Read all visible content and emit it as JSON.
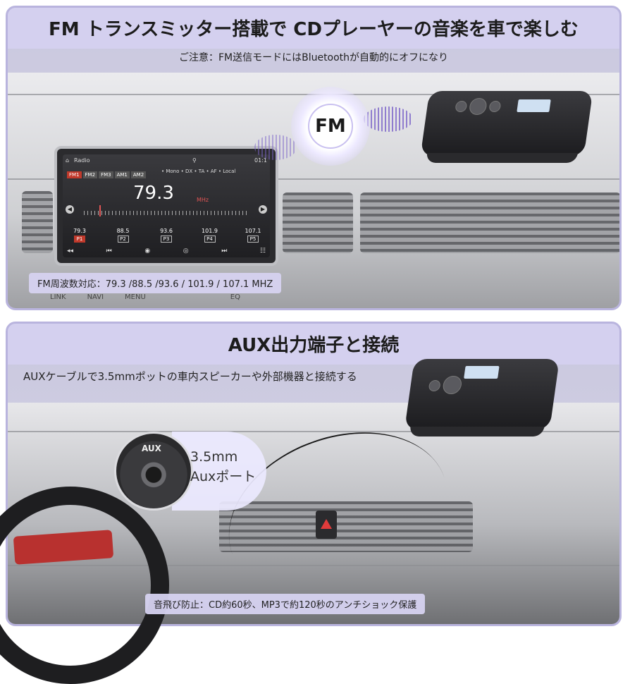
{
  "colors": {
    "accent": "#b9b4de",
    "title_bg": "#d4d0ef",
    "fm_red": "#c0392b"
  },
  "top": {
    "title": "FM トランスミッター搭載で CDプレーヤーの音楽を車で楽しむ",
    "note": "ご注意：FM送信モードにはBluetoothが自動的にオフになり",
    "badge": "FM",
    "caption": "FM周波数対応：79.3 /88.5 /93.6 / 101.9 / 107.1 MHZ",
    "radio": {
      "app_label": "Radio",
      "clock": "01:1",
      "status": "• Mono • DX • TA • AF • Local",
      "bands": [
        "FM1",
        "FM2",
        "FM3",
        "AM1",
        "AM2"
      ],
      "frequency": "79.3",
      "unit": "MHz",
      "presets": [
        {
          "freq": "79.3",
          "slot": "P1"
        },
        {
          "freq": "88.5",
          "slot": "P2"
        },
        {
          "freq": "93.6",
          "slot": "P3"
        },
        {
          "freq": "101.9",
          "slot": "P4"
        },
        {
          "freq": "107.1",
          "slot": "P5"
        }
      ]
    },
    "head_buttons": [
      "LINK",
      "NAVI",
      "MENU",
      "EQ"
    ]
  },
  "bottom": {
    "title": "AUX出力端子と接続",
    "note": "AUXケーブルで3.5mmポットの車内スピーカーや外部機器と接続する",
    "aux_port_label": "AUX",
    "aux_line1": "3.5mm",
    "aux_line2": "Auxポート",
    "caption": "音飛び防止：CD約60秒、MP3で約120秒のアンチショック保護"
  }
}
